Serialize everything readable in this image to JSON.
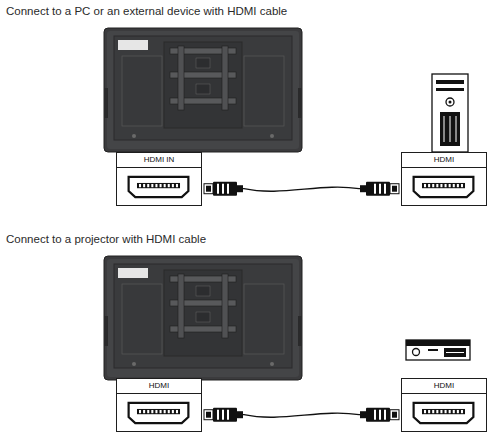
{
  "diagram": {
    "title": "Connect to a PC or an external device with HDMI cable",
    "nodes": [
      {
        "text": [
          "HDMI IN"
        ]
      },
      {
        "text": [
          "HDMI"
        ]
      },
      {
        "text": [
          "HDMI"
        ]
      },
      {
        "text": [
          "HDMI"
        ]
      }
    ],
    "edges": [
      {
        "from": 0,
        "to": 1,
        "arrow": "none"
      },
      {
        "from": 2,
        "to": 3,
        "arrow": "none"
      }
    ],
    "labels": [
      "Connect to a projector with HDMI cable"
    ]
  }
}
